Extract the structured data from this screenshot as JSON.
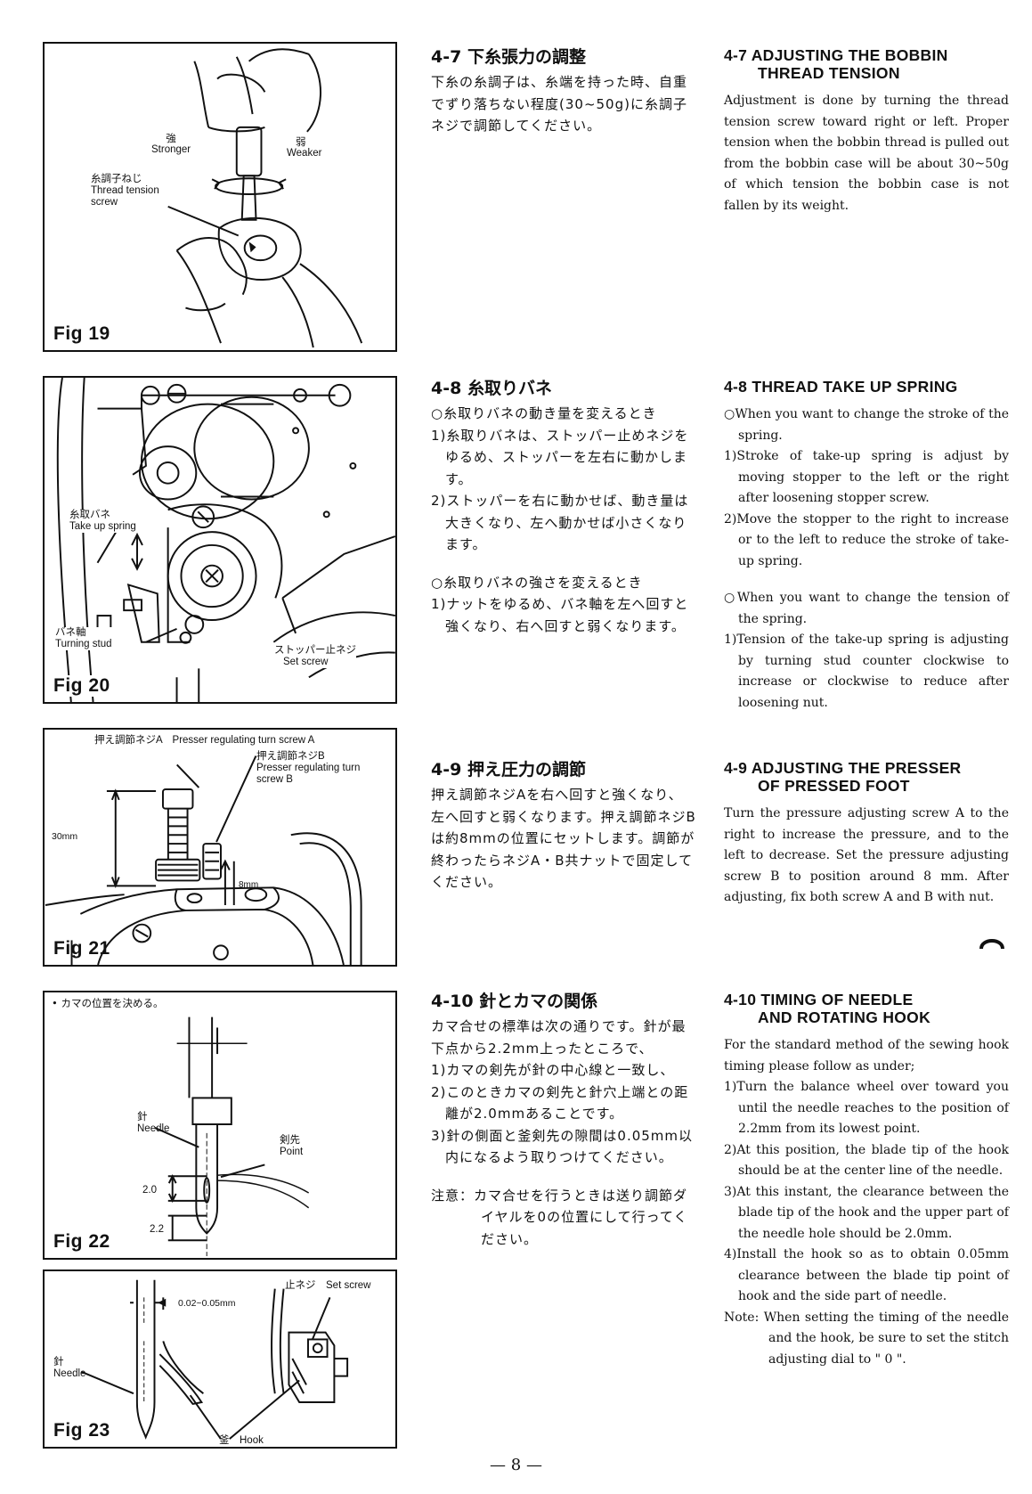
{
  "figures": {
    "fig19": {
      "label": "Fig 19",
      "stronger_jp": "強",
      "stronger_en": "Stronger",
      "weaker_jp": "弱",
      "weaker_en": "Weaker",
      "screw_jp": "糸調子ねじ",
      "screw_en_1": "Thread tension",
      "screw_en_2": "screw"
    },
    "fig20": {
      "label": "Fig 20",
      "spring_jp": "糸取バネ",
      "spring_en": "Take up spring",
      "stud_jp": "バネ軸",
      "stud_en": "Turning stud",
      "setscrew_jp": "ストッパー止ネジ",
      "setscrew_en": "Set screw"
    },
    "fig21": {
      "label": "Fig 21",
      "screwA": "押え調節ネジA　Presser regulating turn screw A",
      "screwB_jp": "押え調節ネジB",
      "screwB_en_1": "Presser regulating turn",
      "screwB_en_2": "screw B",
      "dim30": "30mm",
      "dim8": "8mm"
    },
    "fig22": {
      "label": "Fig 22",
      "note": "• カマの位置を決める。",
      "needle_jp": "針",
      "needle_en": "Needle",
      "point_jp": "剣先",
      "point_en": "Point",
      "dim20": "2.0",
      "dim22": "2.2"
    },
    "fig23": {
      "label": "Fig 23",
      "setscrew": "止ネジ　Set screw",
      "clearance": "0.02~0.05mm",
      "needle_jp": "針",
      "needle_en": "Needle",
      "hook": "釜　Hook"
    }
  },
  "sections": {
    "s47": {
      "jp_title": "4-7 下糸張力の調整",
      "jp_text": "下糸の糸調子は、糸端を持った時、自重でずり落ちない程度(30~50g)に糸調子ネジで調節してください。",
      "en_title_1": "4-7 ADJUSTING THE BOBBIN",
      "en_title_2": "THREAD TENSION",
      "en_text": "Adjustment is done by turning the thread tension screw toward right or left. Proper tension when the bobbin thread is pulled out from the bobbin case will be about 30~50g of which tension the bobbin case is not fallen by its weight."
    },
    "s48": {
      "jp_title": "4-8 糸取りバネ",
      "jp_h1": "○糸取りバネの動き量を変えるとき",
      "jp_i1": "1)糸取りバネは、ストッパー止めネジをゆるめ、ストッパーを左右に動かします。",
      "jp_i2": "2)ストッパーを右に動かせば、動き量は大きくなり、左へ動かせば小さくなります。",
      "jp_h2": "○糸取りバネの強さを変えるとき",
      "jp_i3": "1)ナットをゆるめ、バネ軸を左へ回すと強くなり、右へ回すと弱くなります。",
      "en_title_1": "4-8 THREAD TAKE UP SPRING",
      "en_h1": "○When you want to change the stroke of the spring.",
      "en_i1": "1)Stroke of take-up spring is adjust by moving stopper to the left or the right after loosening stopper screw.",
      "en_i2": "2)Move the stopper to the right to increase or to the left to reduce the stroke of take-up spring.",
      "en_h2": "○When you want to change the tension of the spring.",
      "en_i3": "1)Tension of the take-up spring is adjusting by turning stud counter clockwise to increase or clockwise to reduce after loosening nut."
    },
    "s49": {
      "jp_title": "4-9 押え圧力の調節",
      "jp_text": "押え調節ネジAを右へ回すと強くなり、左へ回すと弱くなります。押え調節ネジBは約8mmの位置にセットします。調節が終わったらネジA・B共ナットで固定してください。",
      "en_title_1": "4-9 ADJUSTING THE PRESSER",
      "en_title_2": "OF PRESSED FOOT",
      "en_text": "Turn the pressure adjusting screw A to the right to increase the pressure, and to the left to decrease. Set the pressure adjusting screw B to position around 8 mm. After adjusting, fix both screw A and B with nut."
    },
    "s410": {
      "jp_title": "4-10 針とカマの関係",
      "jp_text": "カマ合せの標準は次の通りです。針が最下点から2.2mm上ったところで、",
      "jp_i1": "1)カマの剣先が針の中心線と一致し、",
      "jp_i2": "2)このときカマの剣先と針穴上端との距離が2.0mmあることです。",
      "jp_i3": "3)針の側面と釜剣先の隙間は0.05mm以内になるよう取りつけてください。",
      "jp_note": "注意：カマ合せを行うときは送り調節ダイヤルを0の位置にして行ってください。",
      "en_title_1": "4-10 TIMING OF NEEDLE",
      "en_title_2": "AND ROTATING HOOK",
      "en_text": "For the standard method of the sewing hook timing please follow as under;",
      "en_i1": "1)Turn the balance wheel over toward you until the needle reaches to the position of 2.2mm from its lowest point.",
      "en_i2": "2)At this position, the blade tip of the hook should be at the center line of the needle.",
      "en_i3": "3)At this instant, the clearance between the blade tip of the hook and the upper part of the needle hole should be 2.0mm.",
      "en_i4": "4)Install the hook so as to obtain 0.05mm clearance between the blade tip point of hook and the side part of needle.",
      "en_note": "Note: When setting the timing of the needle and the hook, be sure to set the stitch adjusting dial to \" 0 \"."
    }
  },
  "page_number": "— 8 —"
}
